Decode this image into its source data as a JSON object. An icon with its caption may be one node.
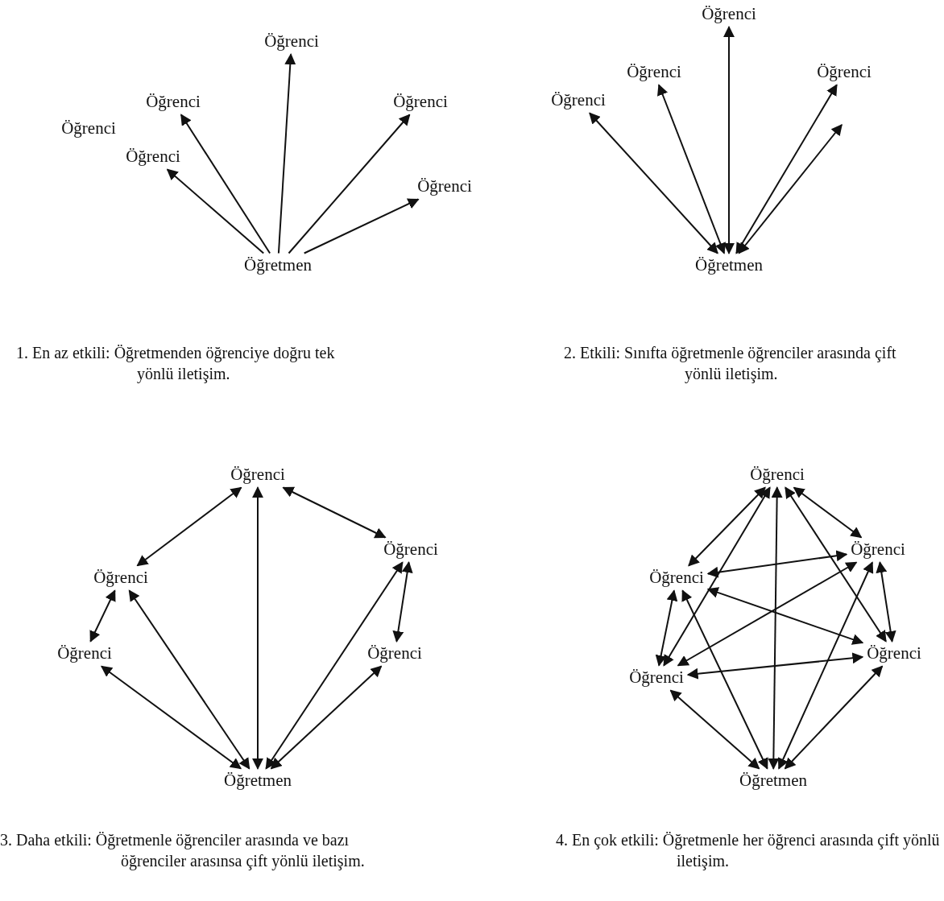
{
  "diagram": {
    "nodes": [
      {
        "text": [
          "Öğrenci"
        ]
      },
      {
        "text": [
          "Öğrenci"
        ]
      },
      {
        "text": [
          "Öğrenci"
        ]
      },
      {
        "text": [
          "Öğrenci"
        ]
      },
      {
        "text": [
          "Öğrenci"
        ]
      },
      {
        "text": [
          "Öğrenci"
        ]
      },
      {
        "text": [
          "Öğretmen"
        ]
      },
      {
        "text": [
          "Öğrenci"
        ]
      },
      {
        "text": [
          "Öğrenci"
        ]
      },
      {
        "text": [
          "Öğrenci"
        ]
      },
      {
        "text": [
          "Öğrenci"
        ]
      },
      {
        "text": [
          "Öğretmen"
        ]
      },
      {
        "text": [
          "Öğrenci"
        ]
      },
      {
        "text": [
          "Öğrenci"
        ]
      },
      {
        "text": [
          "Öğrenci"
        ]
      },
      {
        "text": [
          "Öğrenci"
        ]
      },
      {
        "text": [
          "Öğrenci"
        ]
      },
      {
        "text": [
          "Öğretmen"
        ]
      },
      {
        "text": [
          "Öğrenci"
        ]
      },
      {
        "text": [
          "Öğrenci"
        ]
      },
      {
        "text": [
          "Öğrenci"
        ]
      },
      {
        "text": [
          "Öğrenci"
        ]
      },
      {
        "text": [
          "Öğrenci"
        ]
      },
      {
        "text": [
          "Öğretmen"
        ]
      }
    ],
    "edges": [
      {
        "from": 6,
        "to": 4,
        "arrow": "to"
      },
      {
        "from": 6,
        "to": 1,
        "arrow": "to"
      },
      {
        "from": 6,
        "to": 0,
        "arrow": "to"
      },
      {
        "from": 6,
        "to": 2,
        "arrow": "to"
      },
      {
        "from": 6,
        "to": 5,
        "arrow": "to"
      },
      {
        "from": 11,
        "to": 10,
        "arrow": "both"
      },
      {
        "from": 11,
        "to": 8,
        "arrow": "both"
      },
      {
        "from": 11,
        "to": 7,
        "arrow": "both"
      },
      {
        "from": 11,
        "to": 9,
        "arrow": "both"
      },
      {
        "from": 11,
        "to": null,
        "arrow": "both"
      },
      {
        "from": 12,
        "to": 14,
        "arrow": "both"
      },
      {
        "from": 12,
        "to": 13,
        "arrow": "both"
      },
      {
        "from": 12,
        "to": 17,
        "arrow": "both"
      },
      {
        "from": 14,
        "to": 15,
        "arrow": "both"
      },
      {
        "from": 14,
        "to": 17,
        "arrow": "both"
      },
      {
        "from": 13,
        "to": 17,
        "arrow": "both"
      },
      {
        "from": 13,
        "to": 16,
        "arrow": "both"
      },
      {
        "from": 15,
        "to": 17,
        "arrow": "both"
      },
      {
        "from": 16,
        "to": 17,
        "arrow": "both"
      },
      {
        "from": 18,
        "to": 20,
        "arrow": "both"
      },
      {
        "from": 18,
        "to": 22,
        "arrow": "both"
      },
      {
        "from": 18,
        "to": 23,
        "arrow": "both"
      },
      {
        "from": 18,
        "to": 21,
        "arrow": "both"
      },
      {
        "from": 18,
        "to": 19,
        "arrow": "both"
      },
      {
        "from": 20,
        "to": 19,
        "arrow": "both"
      },
      {
        "from": 20,
        "to": 21,
        "arrow": "both"
      },
      {
        "from": 19,
        "to": 22,
        "arrow": "both"
      },
      {
        "from": 19,
        "to": 23,
        "arrow": "both"
      },
      {
        "from": 19,
        "to": 21,
        "arrow": "both"
      },
      {
        "from": 22,
        "to": 21,
        "arrow": "both"
      },
      {
        "from": 20,
        "to": 23,
        "arrow": "both"
      },
      {
        "from": 20,
        "to": 22,
        "arrow": "both"
      },
      {
        "from": 22,
        "to": 23,
        "arrow": "both"
      },
      {
        "from": 21,
        "to": 23,
        "arrow": "both"
      }
    ],
    "labels": [
      "1. En az etkili: Öğretmenden öğrenciye doğru tek yönlü iletişim.",
      "2. Etkili: Sınıfta öğretmenle öğrenciler arasında çift yönlü iletişim.",
      "3. Daha etkili: Öğretmenle öğrenciler arasında ve bazı öğrenciler arasınsa çift yönlü iletişim.",
      "4. En çok etkili: Öğretmenle her öğrenci arasında çift yönlü iletişim."
    ]
  }
}
